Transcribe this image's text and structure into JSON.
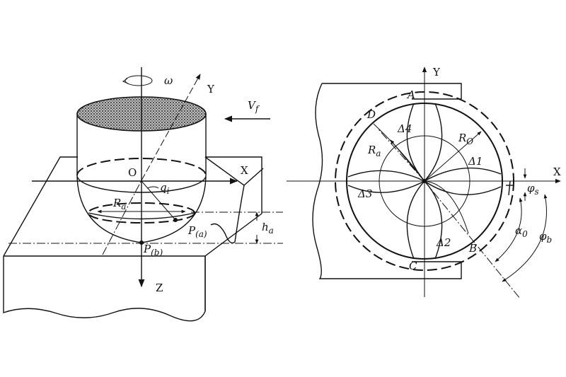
{
  "left_diagram": {
    "omega": "ω",
    "axis_y": "Y",
    "axis_x": "X",
    "axis_z": "Z",
    "feed_v": "V",
    "feed_sub": "f",
    "origin": "O",
    "angle_q": "q",
    "angle_q_sub": "i",
    "radius_r": "R",
    "radius_r_sub": "a",
    "point_p1": "P",
    "point_p1_sub": "(a)",
    "point_p2": "P",
    "point_p2_sub": "(b)",
    "height_h": "h",
    "height_h_sub": "a"
  },
  "right_diagram": {
    "axis_y": "Y",
    "axis_x": "X",
    "point_a": "A",
    "point_b": "B",
    "point_c": "C",
    "point_d": "D",
    "delta1": "Δ1",
    "delta2": "Δ2",
    "delta3": "Δ3",
    "delta4": "Δ4",
    "r_o": "R",
    "r_o_sub": "O",
    "r_a": "R",
    "r_a_sub": "a",
    "phi_s": "φ",
    "phi_s_sub": "s",
    "alpha0": "α",
    "alpha0_sub": "0",
    "phi_b": "φ",
    "phi_b_sub": "b"
  }
}
